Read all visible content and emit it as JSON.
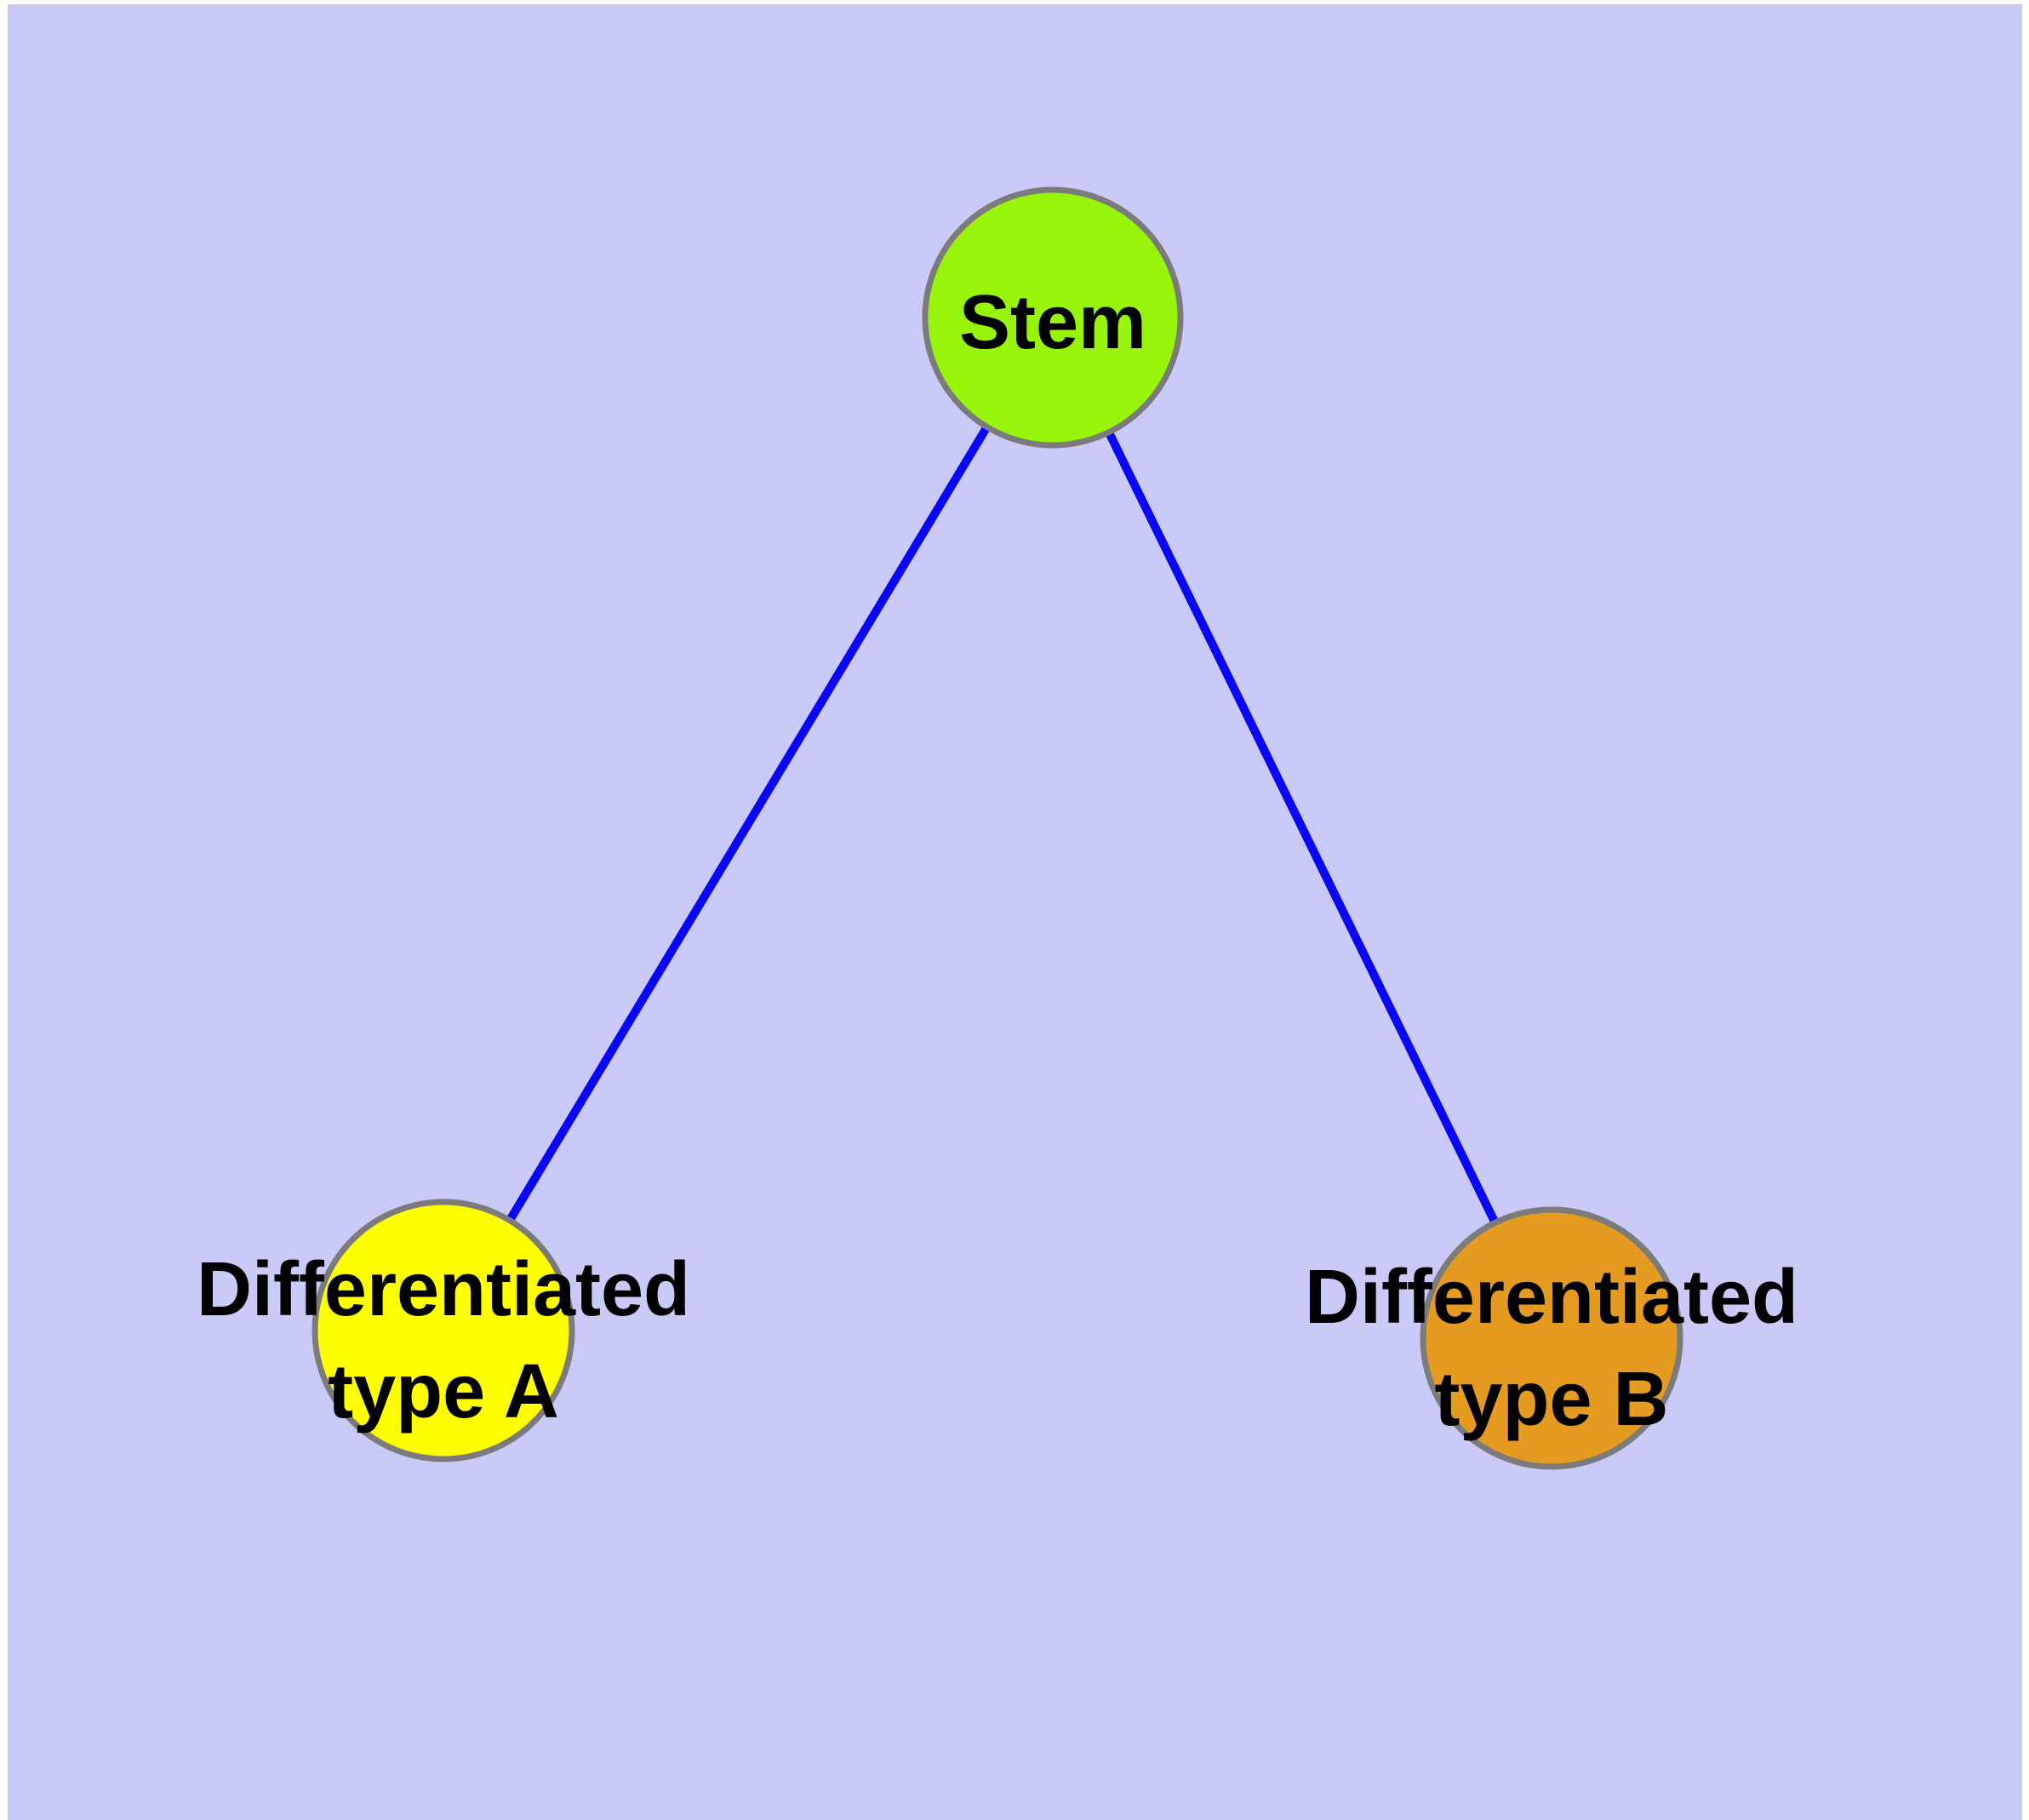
{
  "diagram": {
    "type": "node-link-graph",
    "page_color": "#ffffff",
    "background_color": "#cacaf8",
    "edge_color": "#0805f8",
    "node_stroke_color": "#7b7b7b",
    "label_color": "#000000",
    "nodes": [
      {
        "id": "stem",
        "label": "Stem",
        "fill_color": "#98f50a"
      },
      {
        "id": "differentiated-type-a",
        "label": "Differentiated type A",
        "label_line1": "Differentiated",
        "label_line2": "type A",
        "fill_color": "#ffff00"
      },
      {
        "id": "differentiated-type-b",
        "label": "Differentiated type B",
        "label_line1": "Differentiated",
        "label_line2": "type B",
        "fill_color": "#e49b20"
      }
    ],
    "edges": [
      {
        "from": "Stem",
        "to": "Differentiated type A"
      },
      {
        "from": "Stem",
        "to": "Differentiated type B"
      }
    ]
  }
}
